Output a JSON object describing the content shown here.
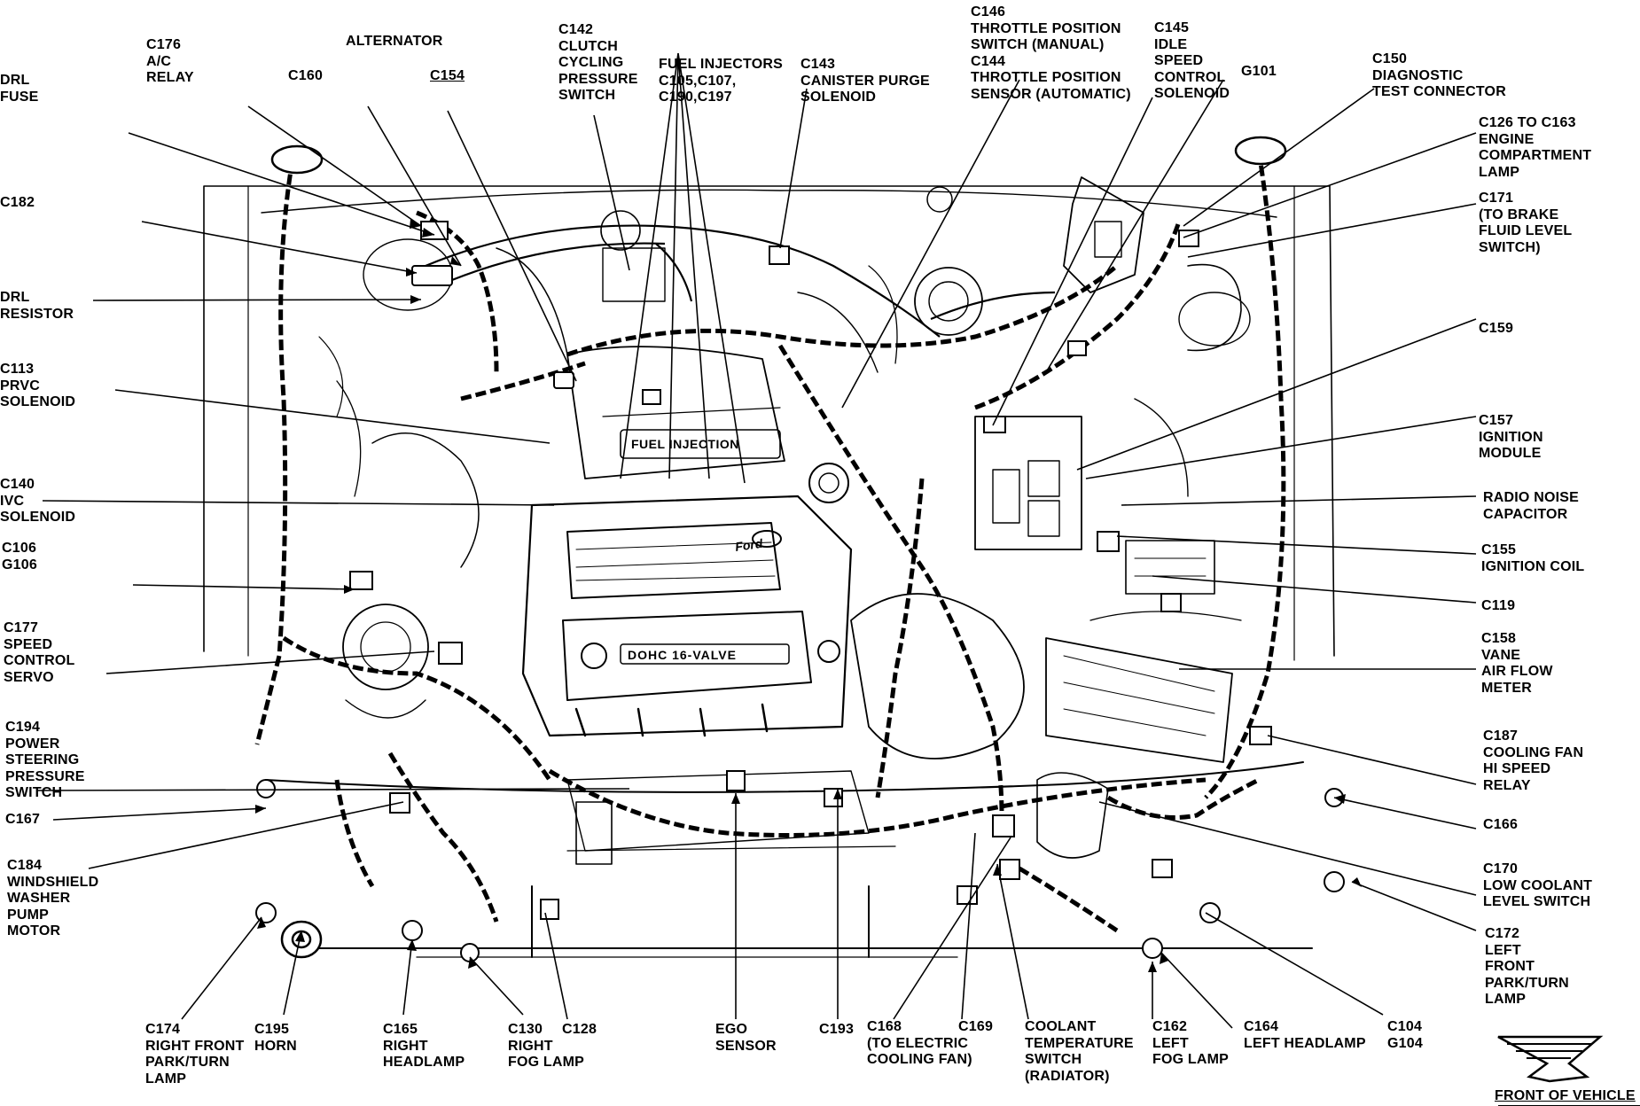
{
  "labels": {
    "drl_fuse": "DRL\nFUSE",
    "c176": "C176\nA/C\nRELAY",
    "alternator": "ALTERNATOR",
    "c160": "C160",
    "c154": "C154",
    "c142": "C142\nCLUTCH\nCYCLING\nPRESSURE\nSWITCH",
    "fuel_injectors": "FUEL INJECTORS\nC105,C107,\nC190,C197",
    "c143": "C143\nCANISTER PURGE\nSOLENOID",
    "c146": "C146\nTHROTTLE POSITION\nSWITCH (MANUAL)\nC144\nTHROTTLE POSITION\nSENSOR (AUTOMATIC)",
    "c145": "C145\nIDLE\nSPEED\nCONTROL\nSOLENOID",
    "g101": "G101",
    "c150": "C150\nDIAGNOSTIC\nTEST CONNECTOR",
    "c126": "C126 TO C163\nENGINE\nCOMPARTMENT\nLAMP",
    "c171": "C171\n(TO BRAKE\nFLUID LEVEL\nSWITCH)",
    "c182": "C182",
    "drl_resistor": "DRL\nRESISTOR",
    "c113": "C113\nPRVC\nSOLENOID",
    "c140": "C140\nIVC\nSOLENOID",
    "c106": "C106\nG106",
    "c177": "C177\nSPEED\nCONTROL\nSERVO",
    "c194": "C194\nPOWER\nSTEERING\nPRESSURE\nSWITCH",
    "c167": "C167",
    "c184": "C184\nWINDSHIELD\nWASHER\nPUMP\nMOTOR",
    "c159": "C159",
    "c157": "C157\nIGNITION\nMODULE",
    "radio_noise": "RADIO NOISE\nCAPACITOR",
    "c155": "C155\nIGNITION COIL",
    "c119": "C119",
    "c158": "C158\nVANE\nAIR FLOW\nMETER",
    "c187": "C187\nCOOLING FAN\nHI SPEED\nRELAY",
    "c166": "C166",
    "c170": "C170\nLOW COOLANT\nLEVEL SWITCH",
    "c172": "C172\nLEFT\nFRONT\nPARK/TURN\nLAMP",
    "c174": "C174\nRIGHT FRONT\nPARK/TURN\nLAMP",
    "c195": "C195\nHORN",
    "c165": "C165\nRIGHT\nHEADLAMP",
    "c130": "C130\nRIGHT\nFOG LAMP",
    "c128": "C128",
    "ego": "EGO\nSENSOR",
    "c193": "C193",
    "c168": "C168\n(TO ELECTRIC\nCOOLING FAN)",
    "c169": "C169",
    "coolant": "COOLANT\nTEMPERATURE\nSWITCH\n(RADIATOR)",
    "c162": "C162\nLEFT\nFOG LAMP",
    "c164": "C164\nLEFT HEADLAMP",
    "c104": "C104\nG104",
    "front": "FRONT OF VEHICLE",
    "engine_cover_brand": "Ford",
    "valve_cover": "DOHC 16-VALVE",
    "fuel_injection_plate": "FUEL INJECTION"
  }
}
